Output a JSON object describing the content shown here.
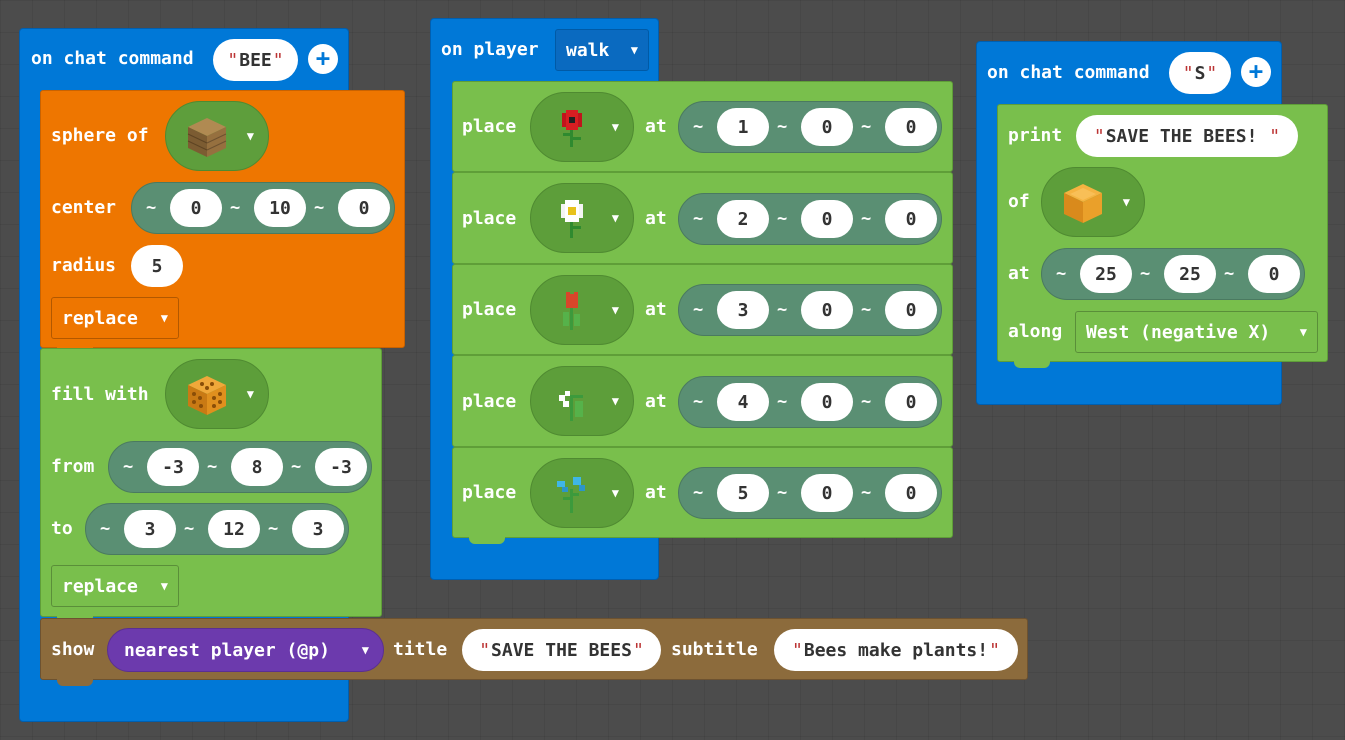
{
  "colors": {
    "event": "#0078d7",
    "shapes": "#ee7600",
    "blocks": "#79bf4c",
    "titles": "#8c6b3c",
    "target": "#6c3aad"
  },
  "block1": {
    "header": {
      "label": "on chat command",
      "command": "BEE",
      "plus_icon": "plus-circle-icon"
    },
    "sphere": {
      "label": "sphere of",
      "block_icon": "planks-icon",
      "center_label": "center",
      "center": [
        "0",
        "10",
        "0"
      ],
      "radius_label": "radius",
      "radius": "5",
      "mode": "replace"
    },
    "fill": {
      "label": "fill with",
      "block_icon": "honeycomb-icon",
      "from_label": "from",
      "from": [
        "-3",
        "8",
        "-3"
      ],
      "to_label": "to",
      "to": [
        "3",
        "12",
        "3"
      ],
      "mode": "replace"
    },
    "title": {
      "show_label": "show",
      "target": "nearest player (@p)",
      "title_label": "title",
      "title": "SAVE THE BEES",
      "subtitle_label": "subtitle",
      "subtitle": "Bees make plants!"
    }
  },
  "block2": {
    "header": {
      "label": "on player",
      "event": "walk"
    },
    "places": [
      {
        "label": "place",
        "icon": "poppy-icon",
        "at_label": "at",
        "pos": [
          "1",
          "0",
          "0"
        ]
      },
      {
        "label": "place",
        "icon": "oxeye-daisy-icon",
        "at_label": "at",
        "pos": [
          "2",
          "0",
          "0"
        ]
      },
      {
        "label": "place",
        "icon": "red-tulip-icon",
        "at_label": "at",
        "pos": [
          "3",
          "0",
          "0"
        ]
      },
      {
        "label": "place",
        "icon": "lily-of-the-valley-icon",
        "at_label": "at",
        "pos": [
          "4",
          "0",
          "0"
        ]
      },
      {
        "label": "place",
        "icon": "blue-orchid-icon",
        "at_label": "at",
        "pos": [
          "5",
          "0",
          "0"
        ]
      }
    ]
  },
  "block3": {
    "header": {
      "label": "on chat command",
      "command": "S",
      "plus_icon": "plus-circle-icon"
    },
    "print": {
      "label": "print",
      "text": "SAVE THE BEES! ",
      "of_label": "of",
      "block_icon": "honey-block-icon",
      "at_label": "at",
      "pos": [
        "25",
        "25",
        "0"
      ],
      "along_label": "along",
      "along": "West (negative X)"
    }
  },
  "tilde": "~"
}
